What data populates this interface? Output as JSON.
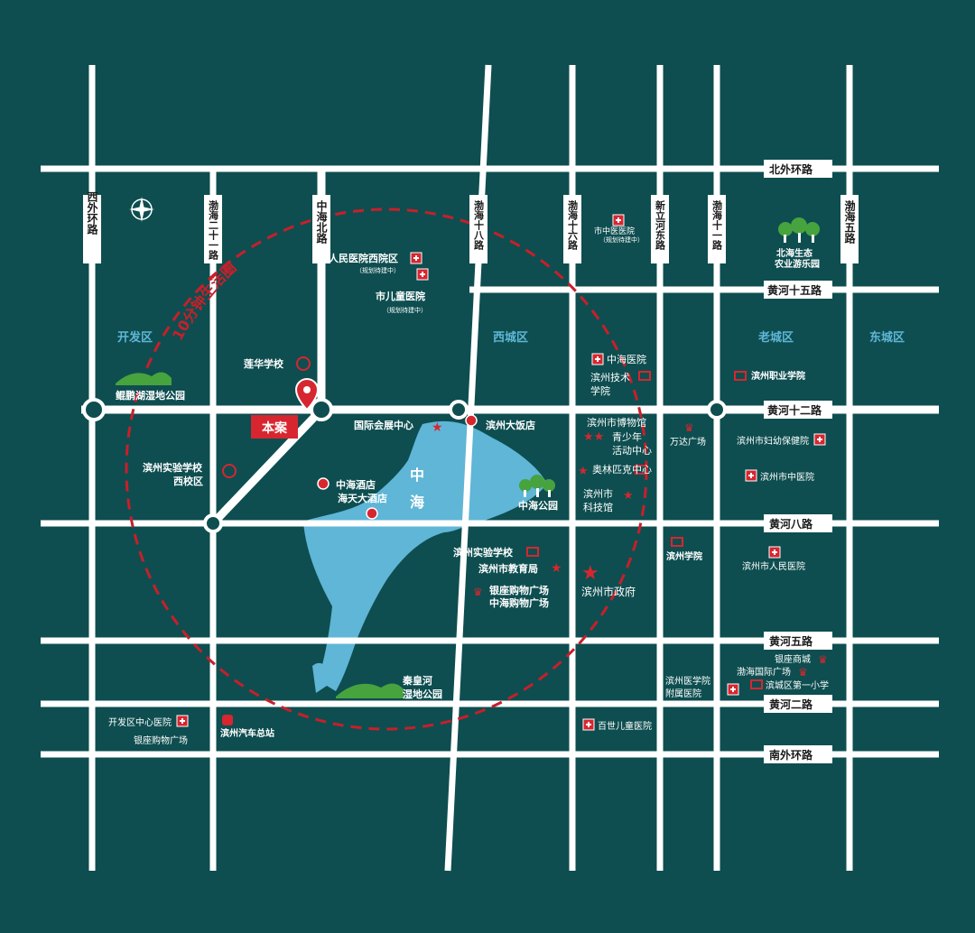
{
  "colors": {
    "background": "#0e4e50",
    "road": "#ffffff",
    "water": "#5fb6d6",
    "accent": "#d7262f",
    "circle": "#c81f2a",
    "tree": "#46a33e"
  },
  "roads_horizontal": [
    {
      "name": "北外环路"
    },
    {
      "name": "黄河十五路"
    },
    {
      "name": "黄河十二路"
    },
    {
      "name": "黄河八路"
    },
    {
      "name": "黄河五路"
    },
    {
      "name": "黄河二路"
    },
    {
      "name": "南外环路"
    }
  ],
  "roads_vertical": [
    {
      "name": "西外环路"
    },
    {
      "name": "渤海二十一路"
    },
    {
      "name": "中海北路"
    },
    {
      "name": "渤海十八路"
    },
    {
      "name": "渤海十六路"
    },
    {
      "name": "新立河东路"
    },
    {
      "name": "渤海十一路"
    },
    {
      "name": "渤海五路"
    }
  ],
  "districts": {
    "kaifa": "开发区",
    "xicheng": "西城区",
    "laocheng": "老城区",
    "dongcheng": "东城区"
  },
  "circle_label": "10分钟生活圈",
  "project_label": "本案",
  "water_labels": {
    "zhong": "中",
    "hai": "海"
  },
  "pois": {
    "renmin_west": "人民医院西院区",
    "renmin_west_note": "（规划待建中）",
    "children": "市儿童医院",
    "children_note": "（规划待建中）",
    "tcm": "市中医医院",
    "tcm_note": "（规划待建中）",
    "beihai_park_1": "北海生态",
    "beihai_park_2": "农业游乐园",
    "lianhua": "莲华学校",
    "kunpeng": "鲲鹏湖湿地公园",
    "shiyan_west_1": "滨州实验学校",
    "shiyan_west_2": "西校区",
    "expo": "国际会展中心",
    "binzhou_hotel": "滨州大饭店",
    "zhonghai_hotel": "中海酒店",
    "haitian": "海天大酒店",
    "zhonghai_park": "中海公园",
    "zhonghai_hosp": "中海医院",
    "tech_college_1": "滨州技术",
    "tech_college_2": "学院",
    "vocational": "滨州职业学院",
    "museum": "滨州市博物馆",
    "youth_1": "青少年",
    "youth_2": "活动中心",
    "olympic": "奥林匹克中心",
    "wanda": "万达广场",
    "maternal": "滨州市妇幼保健院",
    "city_tcm": "滨州市中医院",
    "sci_1": "滨州市",
    "sci_2": "科技馆",
    "binzhou_univ": "滨州学院",
    "city_people": "滨州市人民医院",
    "shiyan": "滨州实验学校",
    "edu": "滨州市教育局",
    "gov": "滨州市政府",
    "yinzuo_mall": "银座购物广场",
    "zhonghai_mall": "中海购物广场",
    "qinhuang_1": "秦皇河",
    "qinhuang_2": "湿地公园",
    "kaifa_hosp": "开发区中心医院",
    "yinzuo_mall2": "银座购物广场",
    "bus": "滨州汽车总站",
    "baishi": "百世儿童医院",
    "yinzuo_shop": "银座商城",
    "bohai_plaza": "渤海国际广场",
    "med_1": "滨州医学院",
    "med_2": "附属医院",
    "bincheng_school": "滨城区第一小学"
  }
}
